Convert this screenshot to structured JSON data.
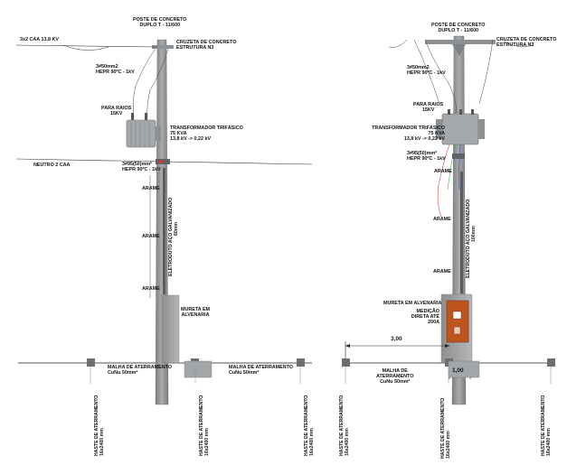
{
  "left": {
    "pole_label": [
      "POSTE DE CONCRETO",
      "DUPLO T - 11/600"
    ],
    "crossarm_label": [
      "CRUZETA DE CONCRETO",
      "ESTRUTURA N3"
    ],
    "primary_line_label": "3x2 CAA 13,8 KV",
    "cable_label": [
      "3#50mm2",
      "HEPR 90ºC - 1kV"
    ],
    "arrester_label": [
      "PARA RAIOS",
      "15KV"
    ],
    "transformer_label": [
      "TRANSFORMADOR TRIFÁSICO",
      "75 KVA",
      "13,8 kV -> 0,22 kV"
    ],
    "neutral_label": "NEUTRO 2 CAA",
    "secondary_label": [
      "3#95(50)mm²",
      "HEPR 90ºC - 1kV"
    ],
    "wire_labels": [
      "ARAME",
      "ARAME",
      "ARAME"
    ],
    "conduit_label": [
      "ELETRODUTO AÇO GALVANIZADO",
      "60mm"
    ],
    "wall_label": [
      "MURETA EM",
      "ALVENARIA"
    ],
    "grounding_labels": [
      [
        "MALHA DE ATERRAMENTO",
        "CuNu 50mm²"
      ],
      [
        "MALHA DE ATERRAMENTO",
        "CuNu 50mm²"
      ]
    ],
    "rod_labels": [
      [
        "HASTE DE ATERRAMENTO",
        "16x2400 mm"
      ],
      [
        "HASTE DE ATERRAMENTO",
        "16x2400 mm"
      ],
      [
        "HASTE DE ATERRAMENTO",
        "16x2400 mm"
      ]
    ]
  },
  "right": {
    "pole_label": [
      "POSTE DE CONCRETO",
      "DUPLO T - 11/600"
    ],
    "crossarm_label": [
      "CRUZETA DE CONCRETO",
      "ESTRUTURA N3"
    ],
    "cable_label": [
      "3#50mm2",
      "HEPR 90ºC - 1kV"
    ],
    "arrester_label": [
      "PARA RAIOS",
      "15KV"
    ],
    "transformer_label": [
      "TRANSFORMADOR TRIFÁSICO",
      "75 KVA",
      "13,8 kV -> 0,22 kV"
    ],
    "secondary_label": [
      "3#95(50)mm²",
      "HEPR 90ºC - 1kV"
    ],
    "wire_labels": [
      "ARAME",
      "ARAME",
      "ARAME"
    ],
    "conduit_label": [
      "ELETRODUTO AÇO GALVANIZADO",
      "100mm"
    ],
    "wall_label": "MURETA EM ALVENARIA",
    "meter_label": [
      "MEDIÇÃO",
      "DIRETA ATÉ",
      "200A"
    ],
    "dimension_1": "3,00",
    "dimension_2": "1,00",
    "grounding_label": [
      "MALHA DE",
      "ATERRAMENTO",
      "CuNu 50mm²"
    ],
    "rod_labels": [
      [
        "HASTE DE ATERRAMENTO",
        "16x2400 mm"
      ],
      [
        "HASTE DE ATERRAMENTO",
        "16x2400 mm"
      ],
      [
        "HASTE DE ATERRAMENTO",
        "16x2400 mm"
      ]
    ]
  },
  "colors": {
    "pole": "#9a9c9e",
    "pole_dark": "#6f7274",
    "ground_line": "#444444",
    "meter_box": "#c0541e",
    "wall": "#9ea0a2"
  }
}
